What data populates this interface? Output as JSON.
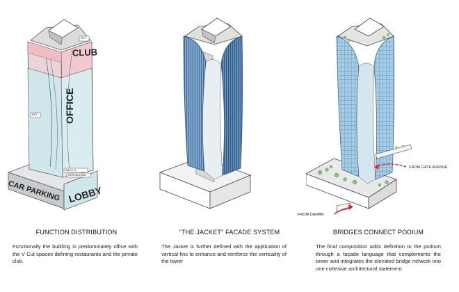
{
  "panels": [
    {
      "title": "FUNCTION DISTRIBUTION",
      "body": "Functionally the building is predominately office with the V Cut spaces defining restaurants and the private club.",
      "labels": {
        "club": "CLUB",
        "office": "OFFICE",
        "lobby": "LOBBY",
        "car_parking": "CAR PARKING",
        "tag_top": "RET",
        "tag_mid": "RET",
        "tag_low1": "ABCCYL",
        "tag_low2": "RESTAURANT"
      }
    },
    {
      "title": "\"THE JACKET\" FACADE SYSTEM",
      "body": "The Jacket is further defined with the application of vertical fins to enhance and reinforce the verticality of the tower"
    },
    {
      "title": "BRIDGES CONNECT PODIUM",
      "body": "The final composition adds definition to the podium through a façade language that complements the tower and integrates the elevated bridge network into one cohesive architectural statement",
      "labels": {
        "from_gate": "FROM GATE AVENUE",
        "from_daman": "FROM DAMAN"
      }
    }
  ],
  "colors": {
    "club_pink": "#f2c9cd",
    "office_blue": "#cfe6ea",
    "podium_grey": "#c9ccd0",
    "facade_blue": "#6f98c2",
    "glass_blue": "#9cc4df",
    "arrow_red": "#d8262c"
  }
}
